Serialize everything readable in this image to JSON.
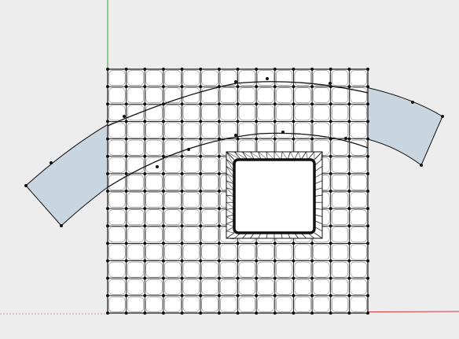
{
  "app": {
    "view": "3d-modeling-viewport"
  },
  "colors": {
    "background": "#ededed",
    "face_white": "#ffffff",
    "face_selected_blue": "#c9d6e0",
    "edge": "#111111",
    "vertex": "#111111",
    "axis_green": "#2fa82f",
    "axis_red": "#d43a3a",
    "axis_red_dotted": "#d8a0a0"
  },
  "scene": {
    "objects": [
      {
        "name": "grid-plane",
        "shape": "square",
        "grid_divisions": 14
      },
      {
        "name": "square-opening",
        "shape": "rounded-square",
        "edge_style": "dense-triangulated"
      },
      {
        "name": "curved-band",
        "shape": "arc-strip",
        "fill": "selected-blue"
      }
    ]
  }
}
